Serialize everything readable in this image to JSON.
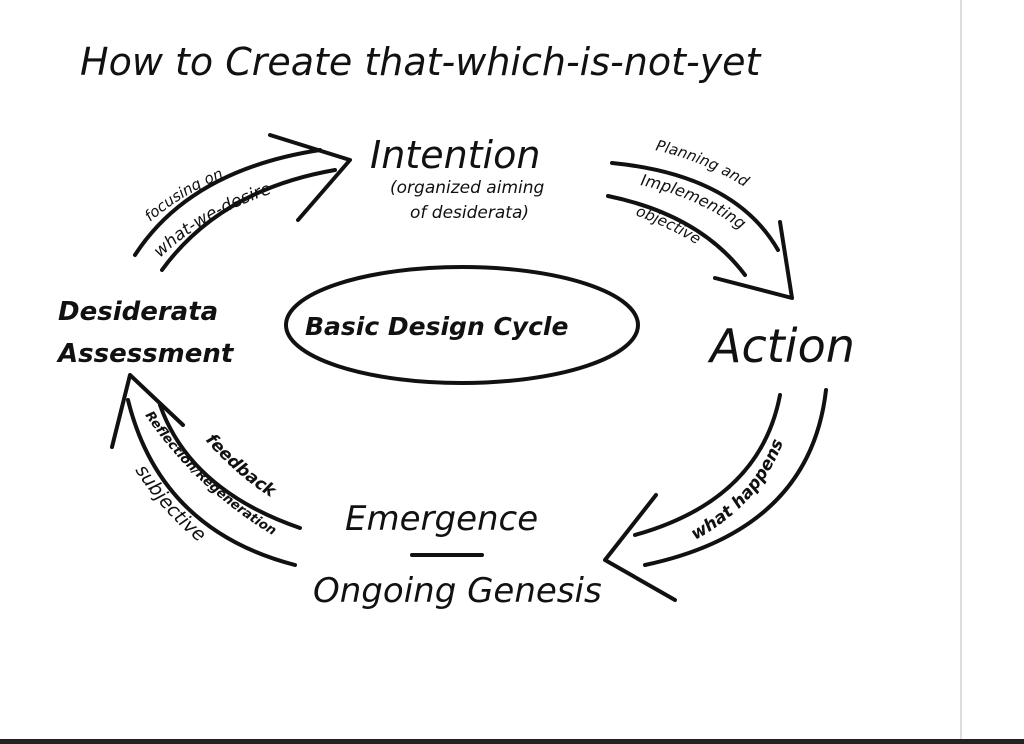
{
  "title": "How to Create that-which-is-not-yet",
  "nodes": {
    "intention": {
      "label": "Intention",
      "subtitle_line1": "(organized aiming",
      "subtitle_line2": "of desiderata)"
    },
    "action": {
      "label": "Action"
    },
    "emergence": {
      "label": "Emergence",
      "label2": "Ongoing Genesis"
    },
    "desiderata": {
      "label_line1": "Desiderata",
      "label_line2": "Assessment"
    },
    "center": {
      "label": "Basic Design Cycle"
    }
  },
  "arrows": {
    "desiderata_to_intention": {
      "line1": "focusing on",
      "line2": "what-we-desire"
    },
    "intention_to_action": {
      "line1": "Planning and",
      "line2": "Implementing",
      "line3": "objective"
    },
    "action_to_emergence": {
      "line1": "what happens"
    },
    "emergence_to_desiderata": {
      "line1": "feedback",
      "line2": "Reflection/Regeneration",
      "line3": "subjective"
    }
  }
}
